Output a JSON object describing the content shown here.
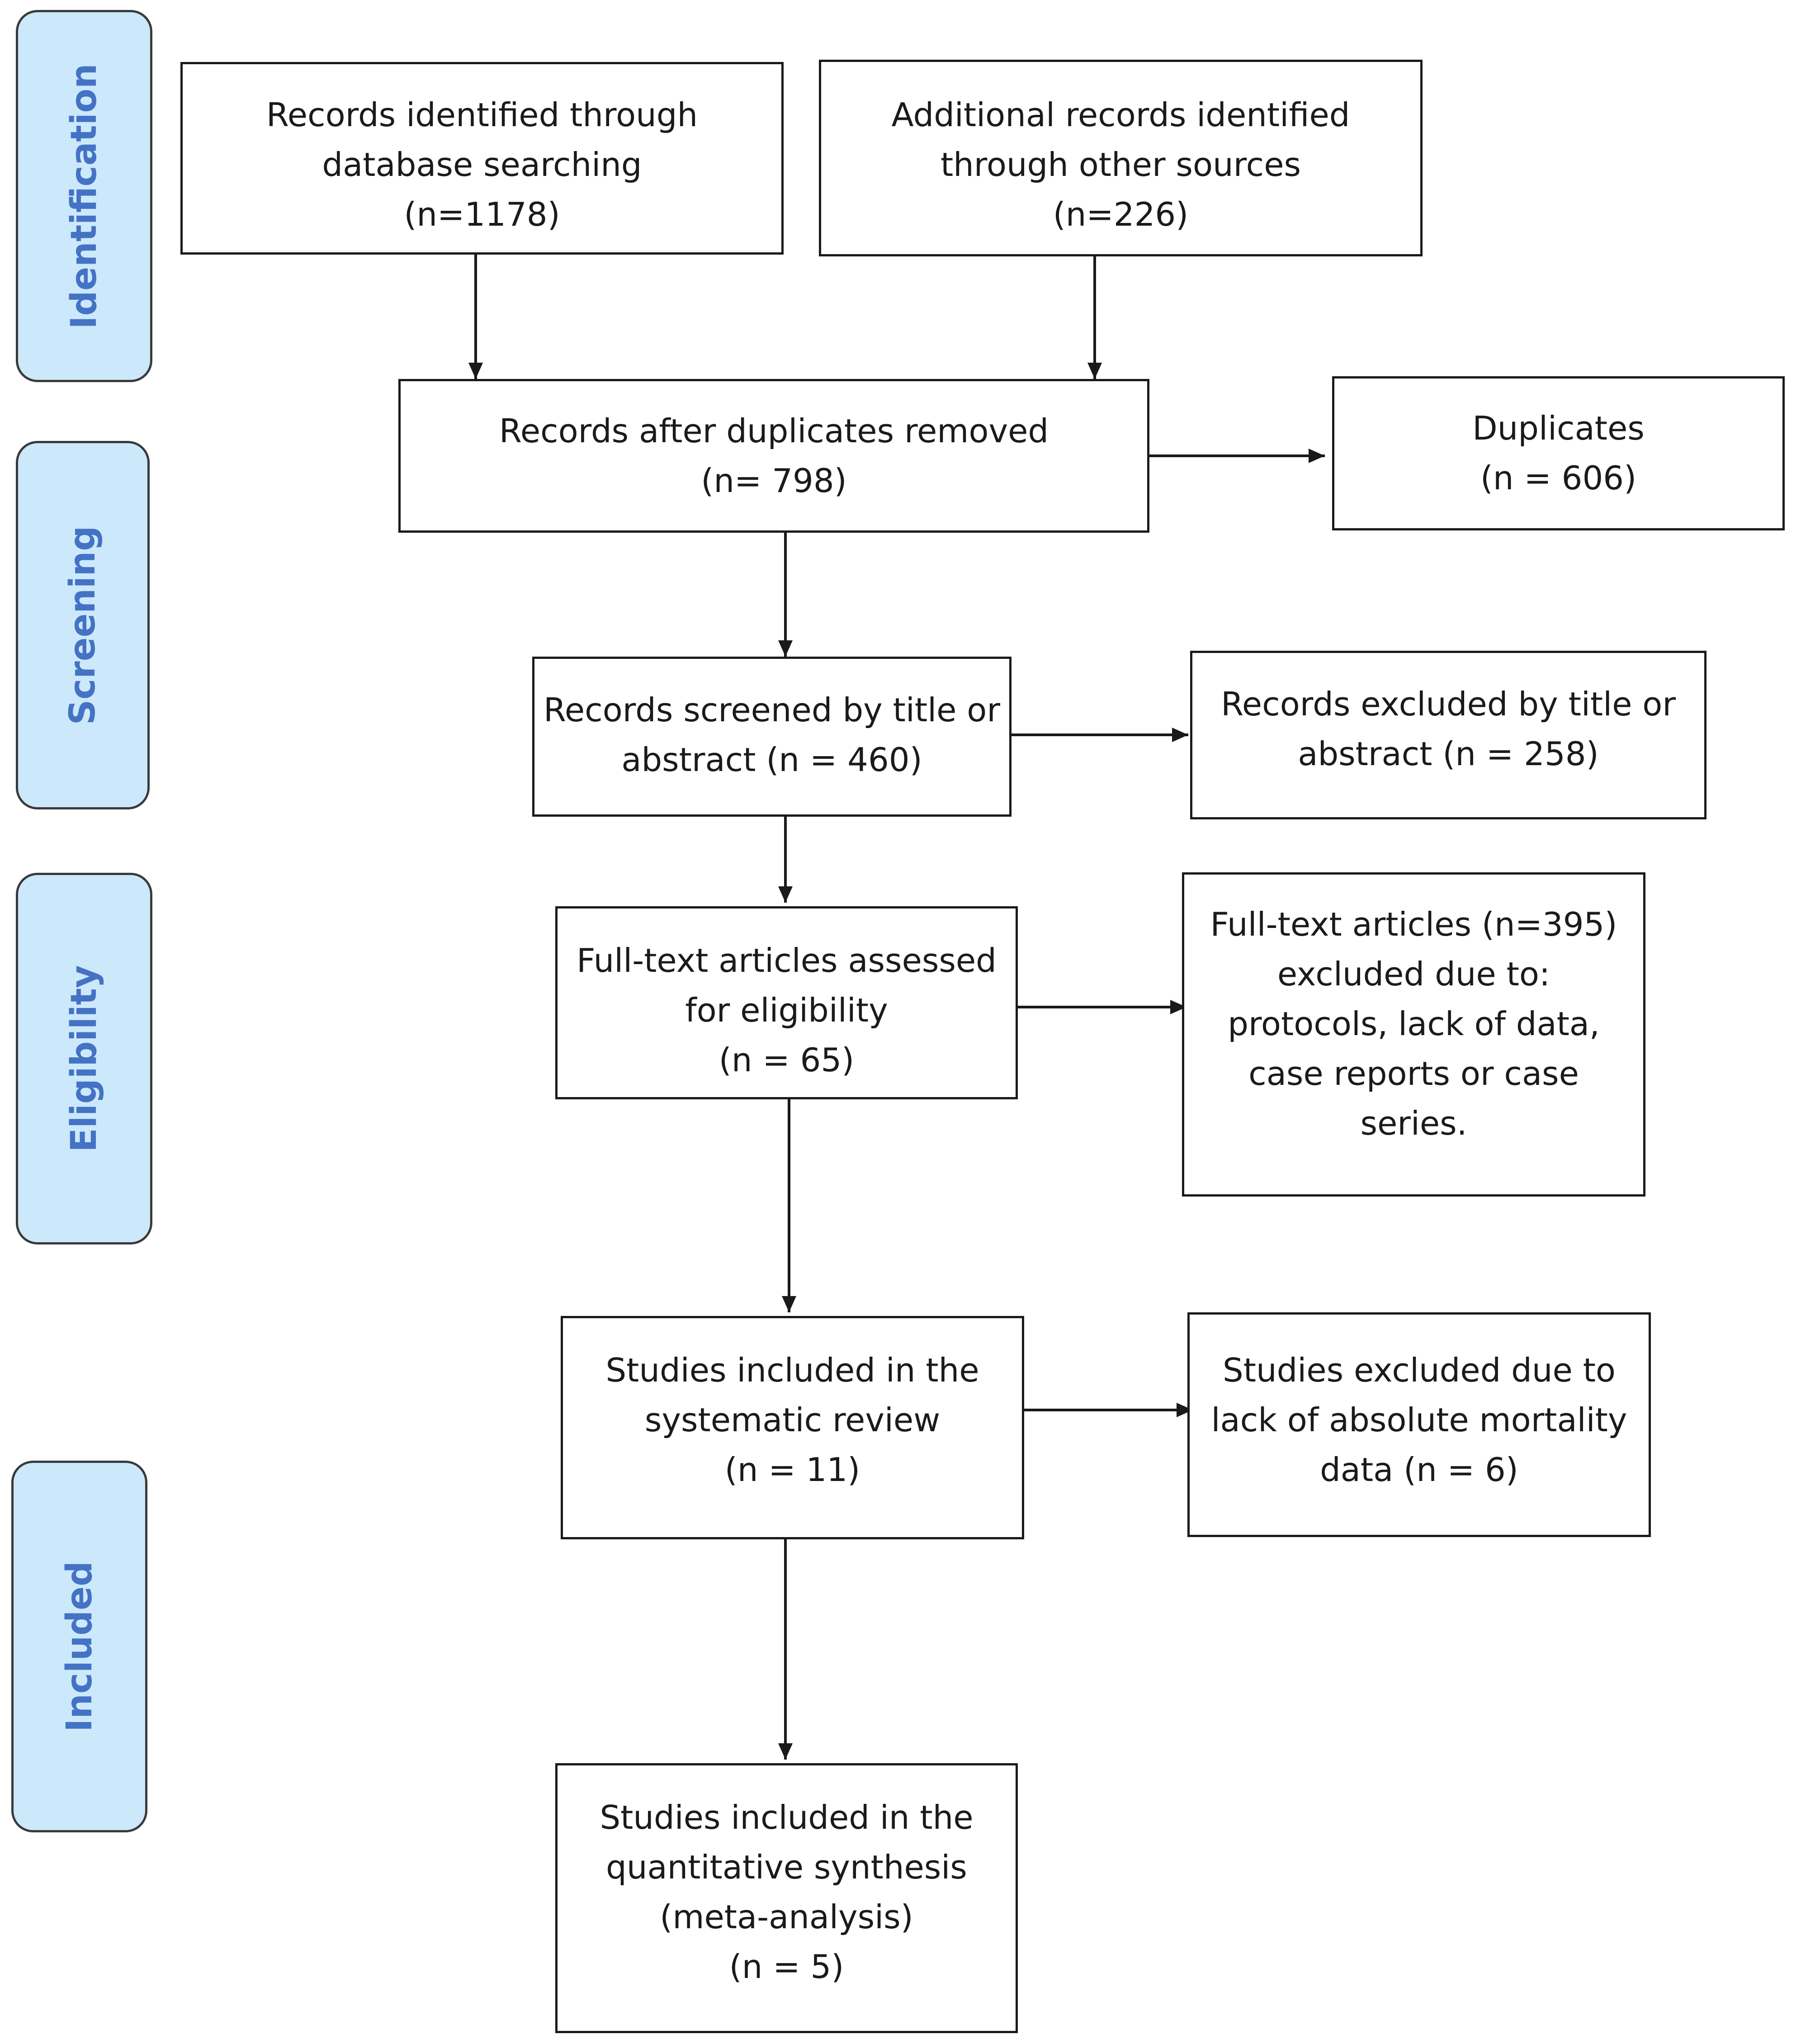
{
  "stages": [
    {
      "id": "identification",
      "label": "Identification"
    },
    {
      "id": "screening",
      "label": "Screening"
    },
    {
      "id": "eligibility",
      "label": "Eligibility"
    },
    {
      "id": "included",
      "label": "Included"
    }
  ],
  "boxes": {
    "database_records": {
      "lines": [
        "Records identified through",
        "database searching",
        "(n=1178)"
      ]
    },
    "other_records": {
      "lines": [
        "Additional records identified",
        "through other sources",
        "(n=226)"
      ]
    },
    "after_duplicates": {
      "lines": [
        "Records after duplicates removed",
        "(n= 798)"
      ]
    },
    "duplicates": {
      "lines": [
        "Duplicates",
        "(n = 606)"
      ]
    },
    "screened": {
      "lines": [
        "Records screened by title or",
        "abstract (n = 460)"
      ]
    },
    "excluded_screening": {
      "lines": [
        "Records excluded by title or",
        "abstract (n = 258)"
      ]
    },
    "full_text_assessed": {
      "lines": [
        "Full-text articles assessed",
        "for eligibility",
        "(n = 65)"
      ]
    },
    "full_text_excluded": {
      "lines": [
        "Full-text articles (n=395)",
        "excluded due to:",
        "protocols, lack of data,",
        "case reports or case",
        "series."
      ]
    },
    "systematic_review": {
      "lines": [
        "Studies included in the",
        "systematic review",
        "(n = 11)"
      ]
    },
    "excluded_mortality": {
      "lines": [
        "Studies excluded due to",
        "lack of absolute mortality",
        "data (n = 6)"
      ]
    },
    "meta_analysis": {
      "lines": [
        "Studies included in the",
        "quantitative synthesis",
        "(meta-analysis)",
        "(n = 5)"
      ]
    }
  }
}
